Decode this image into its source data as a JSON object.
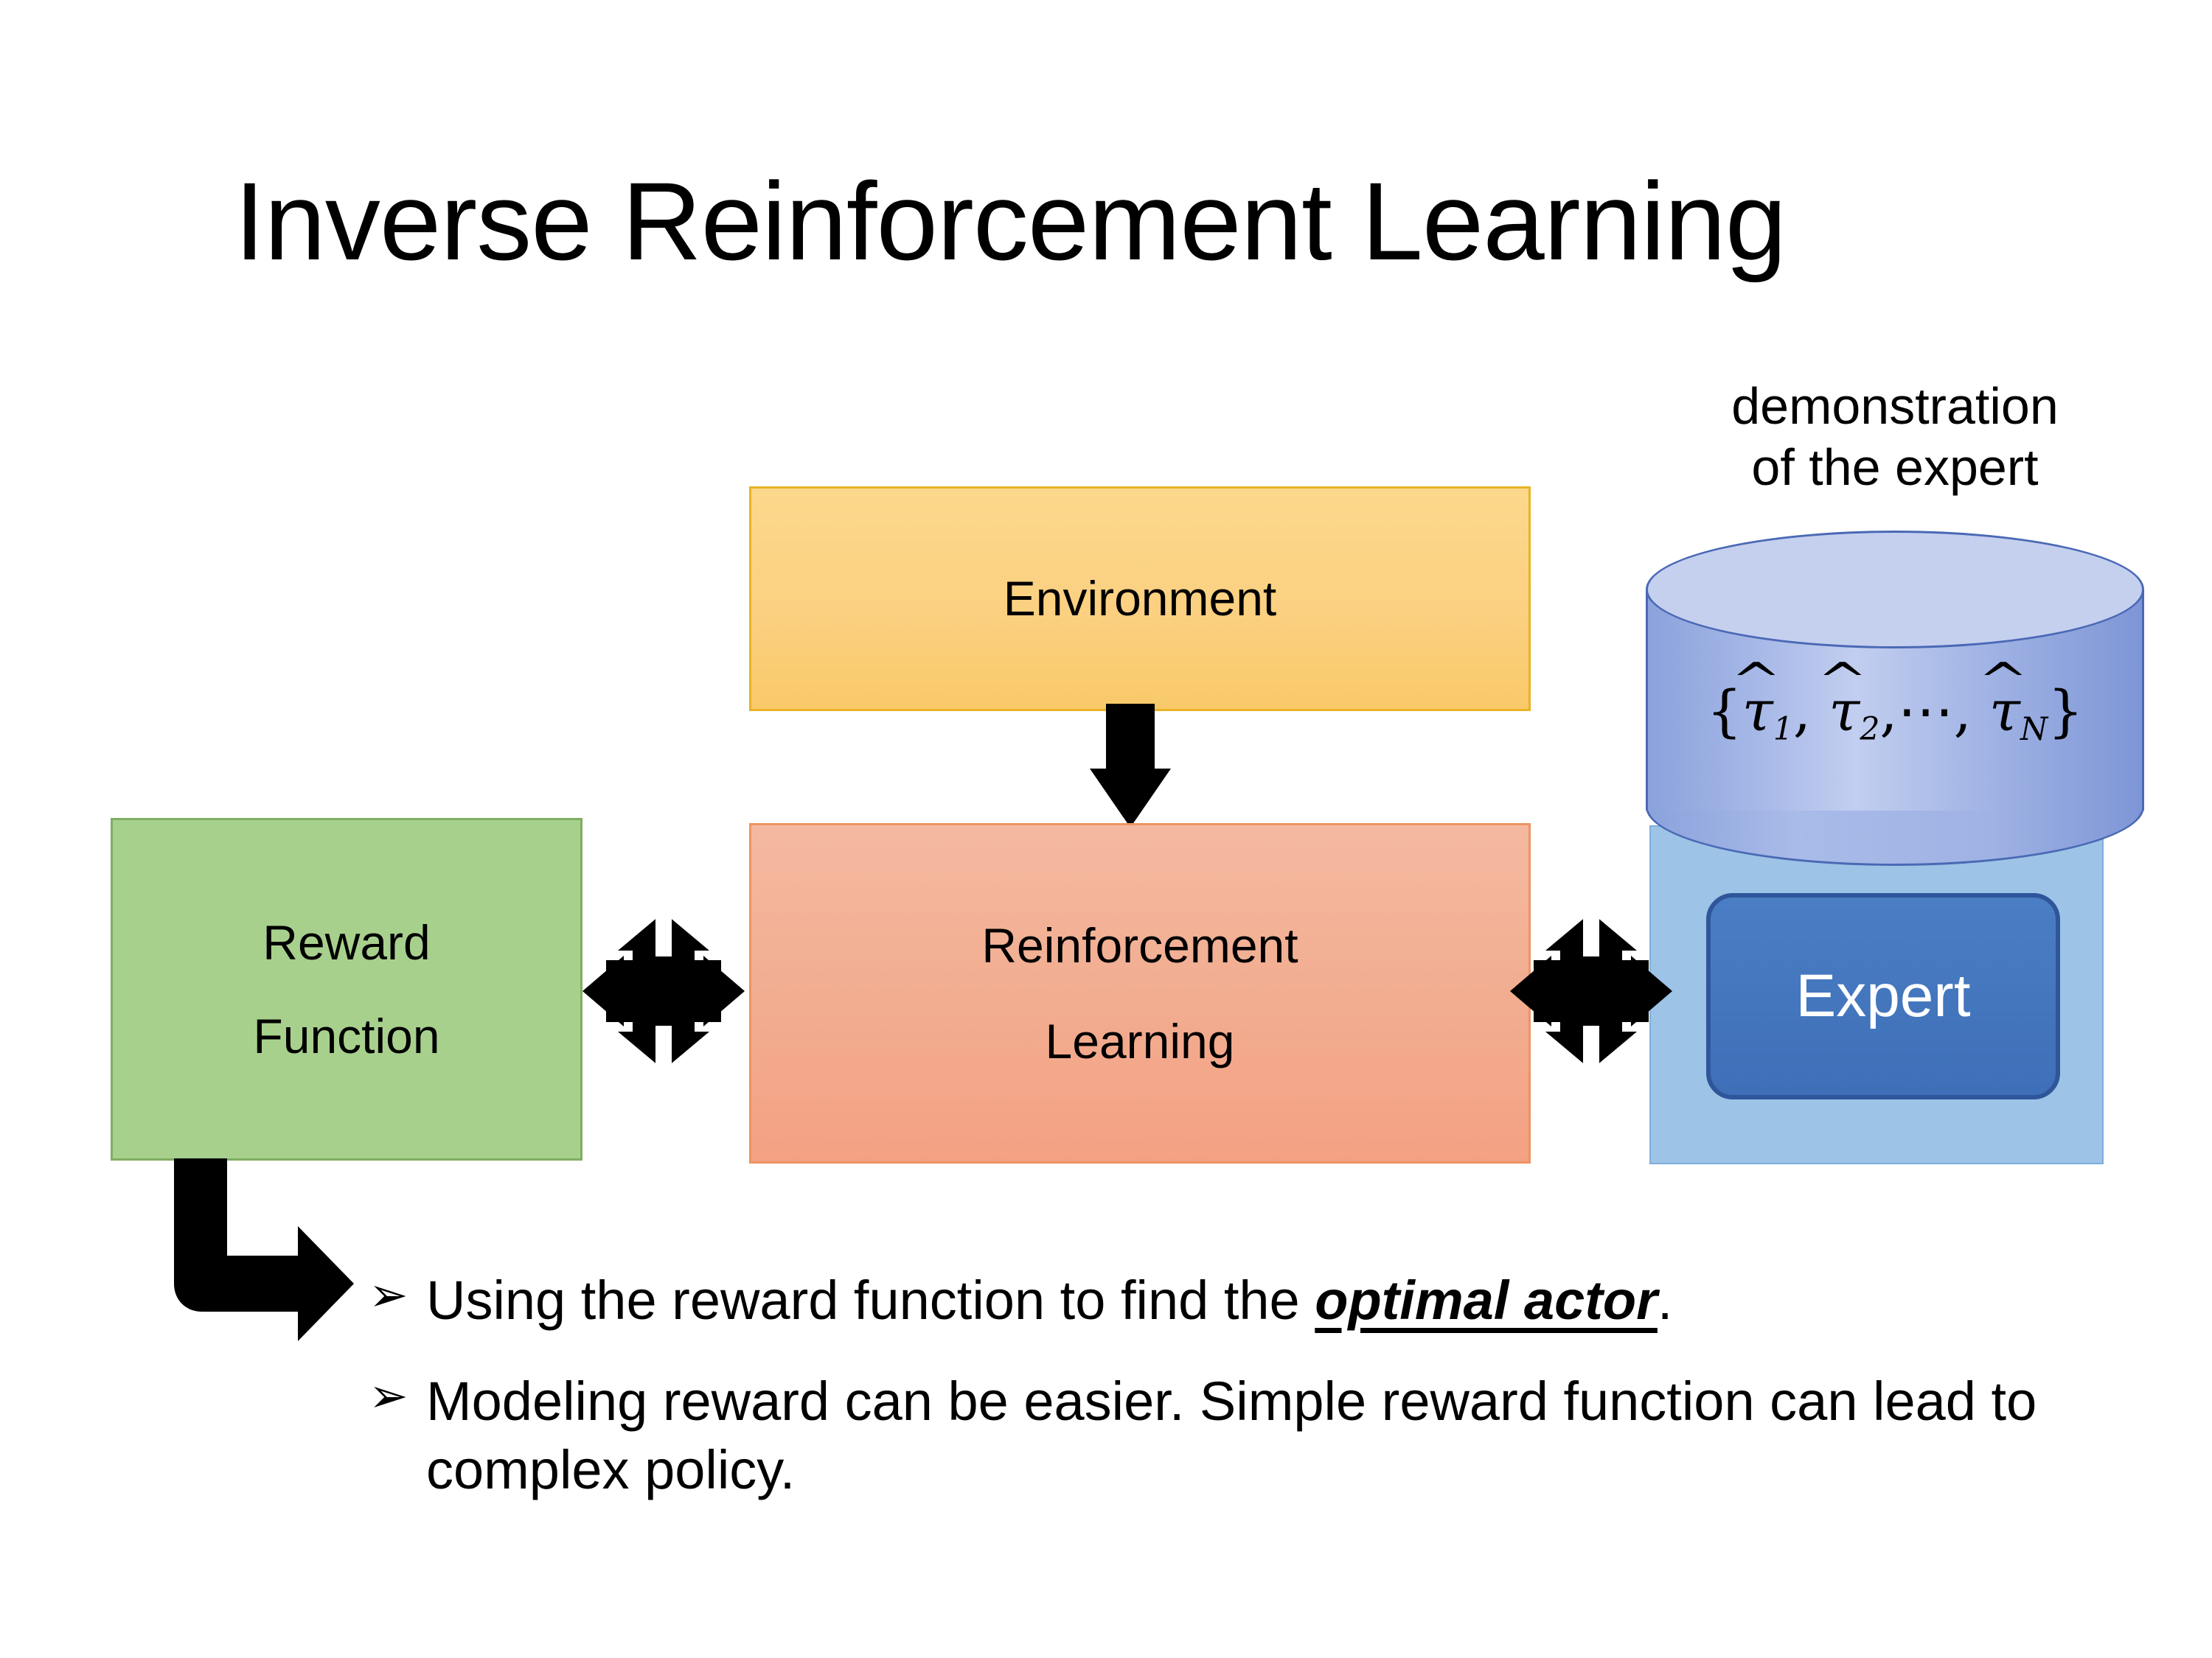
{
  "slide": {
    "title": "Inverse Reinforcement Learning",
    "background_color": "#ffffff"
  },
  "diagram": {
    "environment_box": {
      "label": "Environment",
      "fill_color": "#fbd081",
      "border_color": "#e8b325"
    },
    "rl_box": {
      "label_line1": "Reinforcement",
      "label_line2": "Learning",
      "fill_color": "#f2ad91",
      "border_color": "#ed9463"
    },
    "reward_box": {
      "label_line1": "Reward",
      "label_line2": "Function",
      "fill_color": "#a8d08d",
      "border_color": "#7fae63"
    },
    "expert_panel": {
      "fill_color": "#9dc3e6",
      "border_color": "#7eaedd"
    },
    "expert_chip": {
      "label": "Expert",
      "fill_color": "#3e6fb8",
      "border_color": "#2f569a",
      "text_color": "#ffffff"
    },
    "demonstration_caption": {
      "line1": "demonstration",
      "line2": "of the expert"
    },
    "trajectory_set": {
      "open_brace": "{",
      "tau": "τ",
      "sub1": "1",
      "sub2": "2",
      "subN": "N",
      "comma": ",",
      "ellipsis": "⋯",
      "close_brace": "}",
      "plain_text": "{τ̂1, τ̂2, ⋯ , τ̂N}"
    },
    "arrows": {
      "environment_to_rl": "arrow-down-icon",
      "reward_to_rl": "double-headed-quad-arrow-icon",
      "rl_to_expert": "double-headed-quad-arrow-icon",
      "reward_to_bullet": "bent-arrow-icon"
    }
  },
  "bullets": [
    {
      "marker": "➢",
      "text_before": "Using the reward function to find the ",
      "emphasis": "optimal actor",
      "text_after": "."
    },
    {
      "marker": "➢",
      "text_before": "Modeling reward can be easier. Simple reward function can lead to complex policy.",
      "emphasis": "",
      "text_after": ""
    }
  ]
}
